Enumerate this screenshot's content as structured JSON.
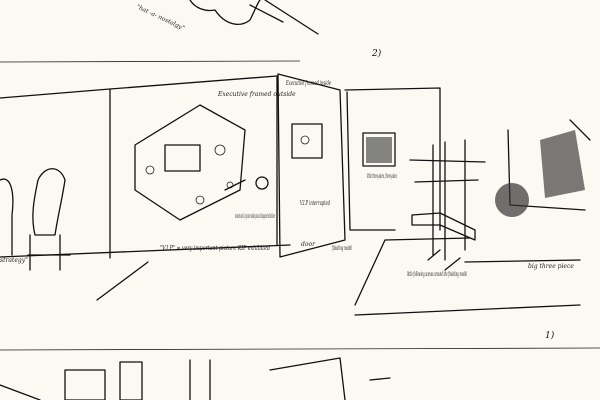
{
  "sketch": {
    "top_caption": "\"hat -a- nostalgy\"",
    "page_number_2": "2)",
    "page_number_1": "1)",
    "left_caption": "strategy\"",
    "label_framed_outside": "Executive framed outside",
    "label_framed_inside": "Executive framed inside",
    "label_vip": "\"V.I.P\" = very important picture KIP exhibited",
    "label_elements": "elements out of a picture walking out and disappear behind door",
    "label_vip_interrupted": "V.I.P interrupted",
    "label_door": "door",
    "label_finishing_model": "finishing model",
    "label_little_three_piece": "little three-piece, three-piece",
    "label_following_scenes": "little following scenes around the finishing model",
    "label_big_three_piece": "big three piece"
  },
  "colors": {
    "paper": "#fbf9f1",
    "ink": "#111111"
  }
}
